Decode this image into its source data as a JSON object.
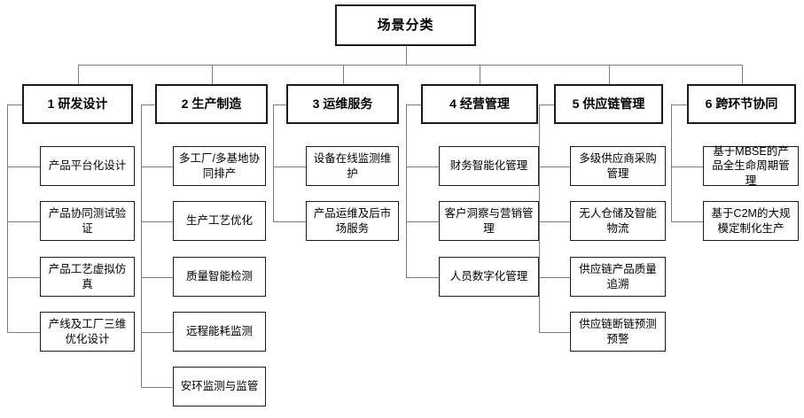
{
  "diagram": {
    "root": {
      "label": "场景分类"
    },
    "colors": {
      "background": "#ffffff",
      "box_border": "#1a1a1a",
      "connector": "#7d7d7d",
      "text": "#000000"
    },
    "columns": [
      {
        "header": "1 研发设计",
        "items": [
          "产品平台化设计",
          "产品协同测试验证",
          "产品工艺虚拟仿真",
          "产线及工厂三维优化设计"
        ]
      },
      {
        "header": "2 生产制造",
        "items": [
          "多工厂/多基地协同排产",
          "生产工艺优化",
          "质量智能检测",
          "远程能耗监测",
          "安环监测与监管"
        ]
      },
      {
        "header": "3 运维服务",
        "items": [
          "设备在线监测维护",
          "产品运维及后市场服务"
        ]
      },
      {
        "header": "4 经营管理",
        "items": [
          "财务智能化管理",
          "客户洞察与营销管理",
          "人员数字化管理"
        ]
      },
      {
        "header": "5 供应链管理",
        "items": [
          "多级供应商采购管理",
          "无人仓储及智能物流",
          "供应链产品质量追溯",
          "供应链断链预测预警"
        ]
      },
      {
        "header": "6 跨环节协同",
        "items": [
          "基于MBSE的产品全生命周期管理",
          "基于C2M的大规模定制化生产"
        ]
      }
    ]
  }
}
